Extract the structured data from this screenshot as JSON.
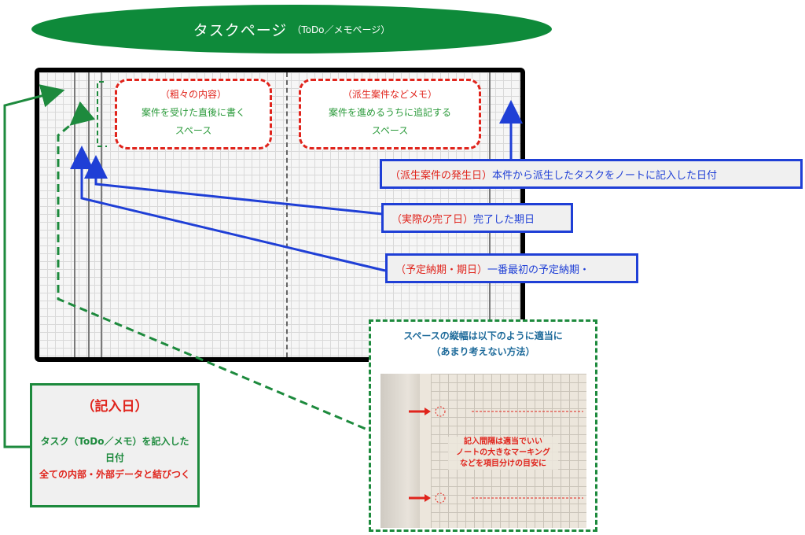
{
  "title": {
    "main": "タスクページ",
    "sub": "（ToDo／メモページ）"
  },
  "space_boxes": [
    {
      "head": "（粗々の内容）",
      "line1": "案件を受けた直後に書く",
      "line2": "スペース"
    },
    {
      "head": "（派生案件などメモ）",
      "line1": "案件を進めるうちに追記する",
      "line2": "スペース"
    }
  ],
  "callouts": {
    "derived": {
      "label": "（派生案件の発生日）",
      "text": "本件から派生したタスクをノートに記入した日付"
    },
    "actual": {
      "label": "（実際の完了日）",
      "text": "完了した期日"
    },
    "planned": {
      "label": "（予定納期・期日）",
      "text": "一番最初の予定納期・"
    }
  },
  "entry_date": {
    "head": "（記入日）",
    "desc1": "タスク（ToDo／メモ）を記入した日付",
    "desc2": "全ての内部・外部データと結びつく"
  },
  "spacing_note": {
    "line1": "スペースの縦幅は以下のように適当に",
    "line2": "（あまり考えない方法）",
    "photo_text1": "記入間隔は適当でいい",
    "photo_text2": "ノートの大きなマーキング",
    "photo_text3": "などを項目分けの目安に"
  },
  "colors": {
    "green": "#0e8a3a",
    "red": "#e0241c",
    "blue": "#1f3fd6"
  }
}
